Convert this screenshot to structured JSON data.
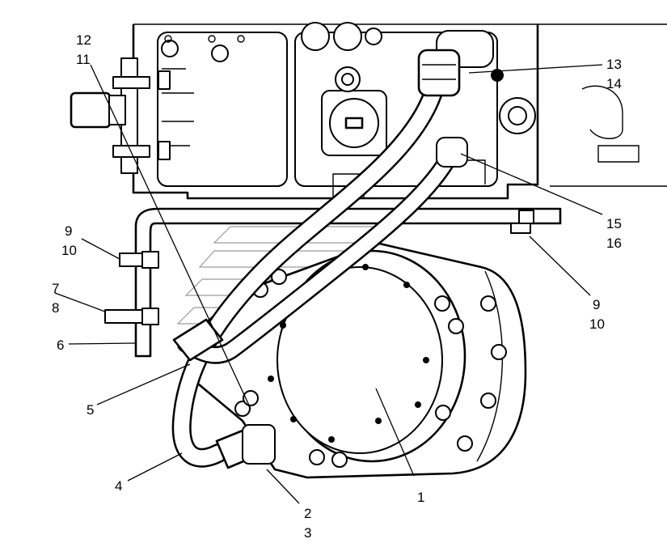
{
  "callouts": [
    {
      "id": "c1",
      "lines": [
        "1"
      ]
    },
    {
      "id": "c2",
      "lines": [
        "2",
        "3"
      ]
    },
    {
      "id": "c4",
      "lines": [
        "4"
      ]
    },
    {
      "id": "c5",
      "lines": [
        "5"
      ]
    },
    {
      "id": "c6",
      "lines": [
        "6"
      ]
    },
    {
      "id": "c7",
      "lines": [
        "7",
        "8"
      ]
    },
    {
      "id": "c9a",
      "lines": [
        "9",
        "10"
      ]
    },
    {
      "id": "c9b",
      "lines": [
        "9",
        "10"
      ]
    },
    {
      "id": "c12",
      "lines": [
        "12",
        "11"
      ]
    },
    {
      "id": "c13",
      "lines": [
        "13",
        "14"
      ]
    },
    {
      "id": "c15",
      "lines": [
        "15",
        "16"
      ]
    }
  ]
}
